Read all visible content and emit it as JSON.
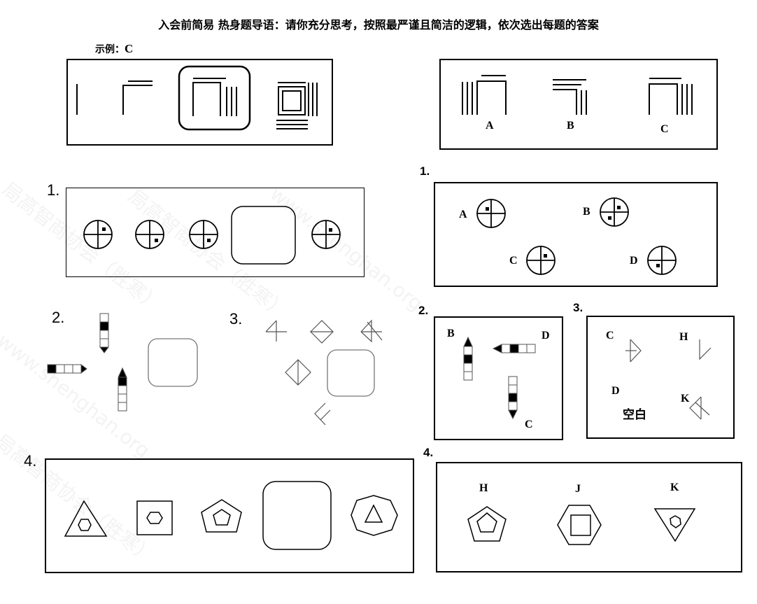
{
  "header": {
    "title": "入会前简易 热身题导语：请你充分思考，按照最严谨且简洁的逻辑，依次选出每题的答案"
  },
  "example": {
    "label": "示例：",
    "answer": "C",
    "options": [
      "A",
      "B",
      "C"
    ]
  },
  "questions": {
    "q1": {
      "number": "1.",
      "answer_number": "1.",
      "options": [
        "A",
        "B",
        "C",
        "D"
      ]
    },
    "q2": {
      "number": "2.",
      "answer_number": "2.",
      "options": [
        "B",
        "D",
        "C"
      ]
    },
    "q3": {
      "number": "3.",
      "answer_number": "3.",
      "options": [
        "C",
        "H",
        "D",
        "K"
      ],
      "blank_label": "空白"
    },
    "q4": {
      "number": "4.",
      "answer_number": "4.",
      "options": [
        "H",
        "J",
        "K"
      ]
    }
  },
  "watermark": {
    "text1": "局高智商协会（胜寒）",
    "text2": "www.shenghan.org"
  }
}
